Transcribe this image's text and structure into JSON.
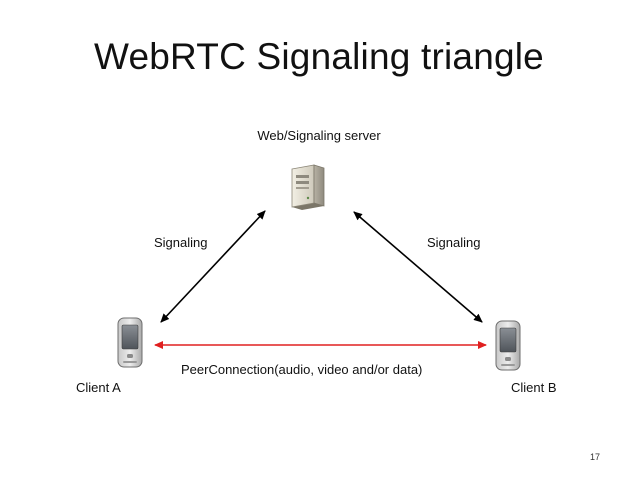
{
  "slide": {
    "title": "WebRTC Signaling triangle",
    "page_number": "17"
  },
  "nodes": {
    "server": {
      "label": "Web/Signaling server",
      "icon": "server-icon"
    },
    "client_a": {
      "label": "Client A",
      "icon": "mobile-phone-icon"
    },
    "client_b": {
      "label": "Client B",
      "icon": "mobile-phone-icon"
    }
  },
  "edges": {
    "signaling_left": {
      "label": "Signaling",
      "color": "#000000"
    },
    "signaling_right": {
      "label": "Signaling",
      "color": "#000000"
    },
    "peer_connection": {
      "label": "PeerConnection(audio, video and/or data)",
      "color": "#e02020"
    }
  }
}
